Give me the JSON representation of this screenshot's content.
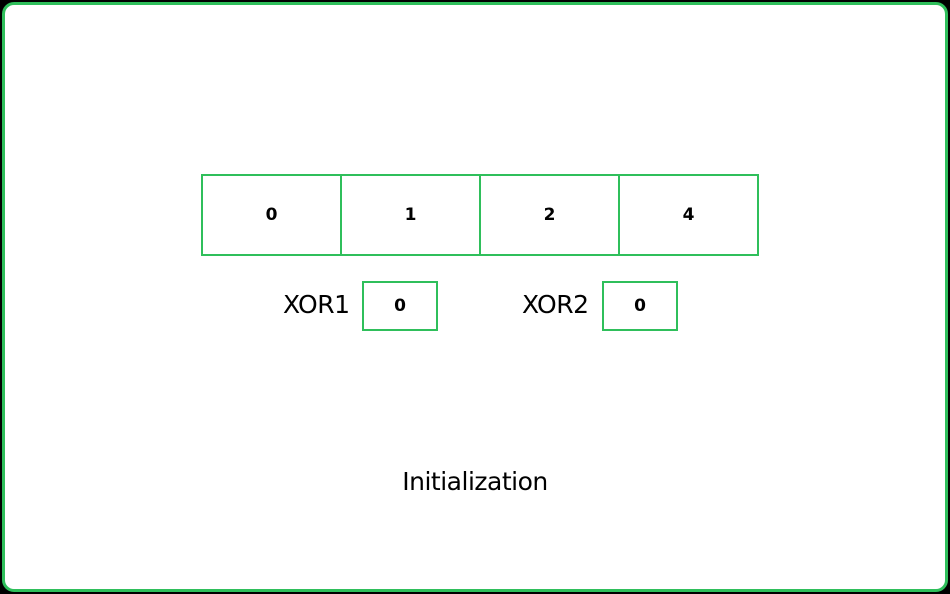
{
  "array": {
    "cells": [
      "0",
      "1",
      "2",
      "4"
    ]
  },
  "variables": {
    "xor1": {
      "label": "XOR1",
      "value": "0"
    },
    "xor2": {
      "label": "XOR2",
      "value": "0"
    }
  },
  "caption": "Initialization",
  "colors": {
    "accent": "#2fbf5b",
    "outer": "#000000",
    "canvas": "#ffffff"
  }
}
